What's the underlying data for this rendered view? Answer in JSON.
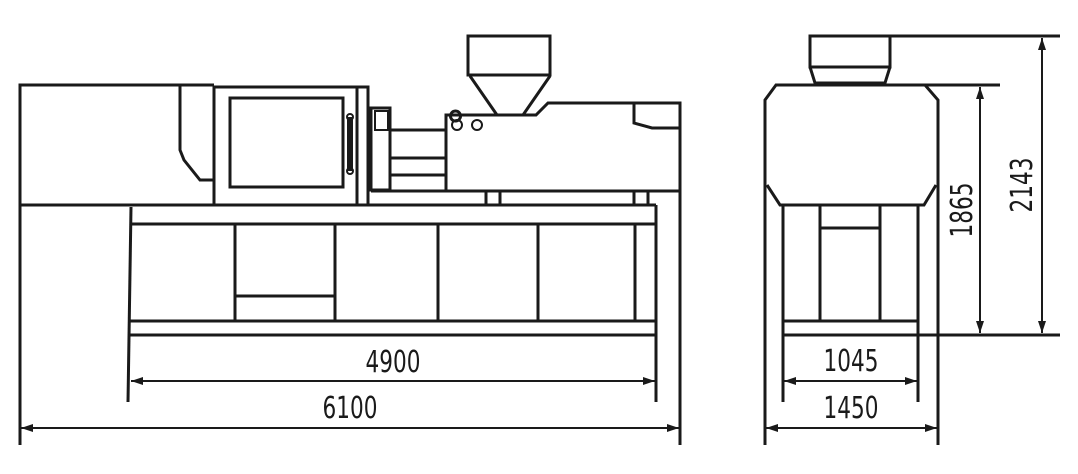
{
  "line_color": "#1a1a1a",
  "front_view": {
    "dimensions": {
      "frame_length": "4900",
      "overall_length": "6100"
    }
  },
  "side_view": {
    "dimensions": {
      "frame_width": "1045",
      "overall_width": "1450",
      "body_height": "1865",
      "overall_height": "2143"
    }
  }
}
